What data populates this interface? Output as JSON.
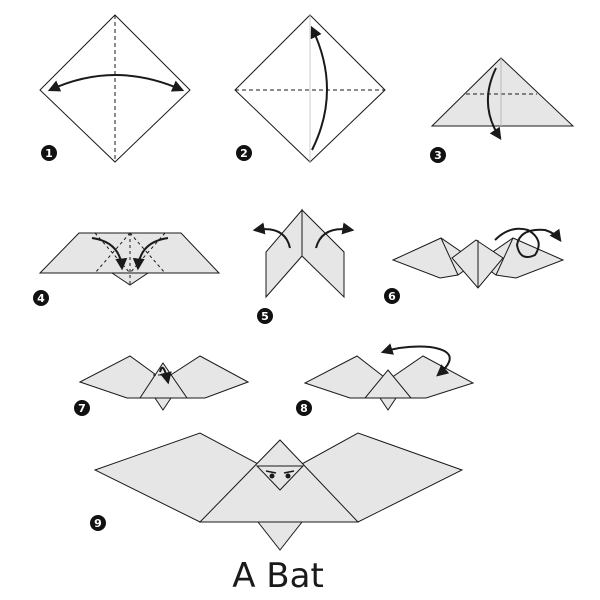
{
  "title": "A Bat",
  "colors": {
    "paper": "#e6e6e6",
    "outline": "#1a1a1a",
    "badge": "#111111"
  },
  "steps": [
    "1",
    "2",
    "3",
    "4",
    "5",
    "6",
    "7",
    "8",
    "9"
  ]
}
